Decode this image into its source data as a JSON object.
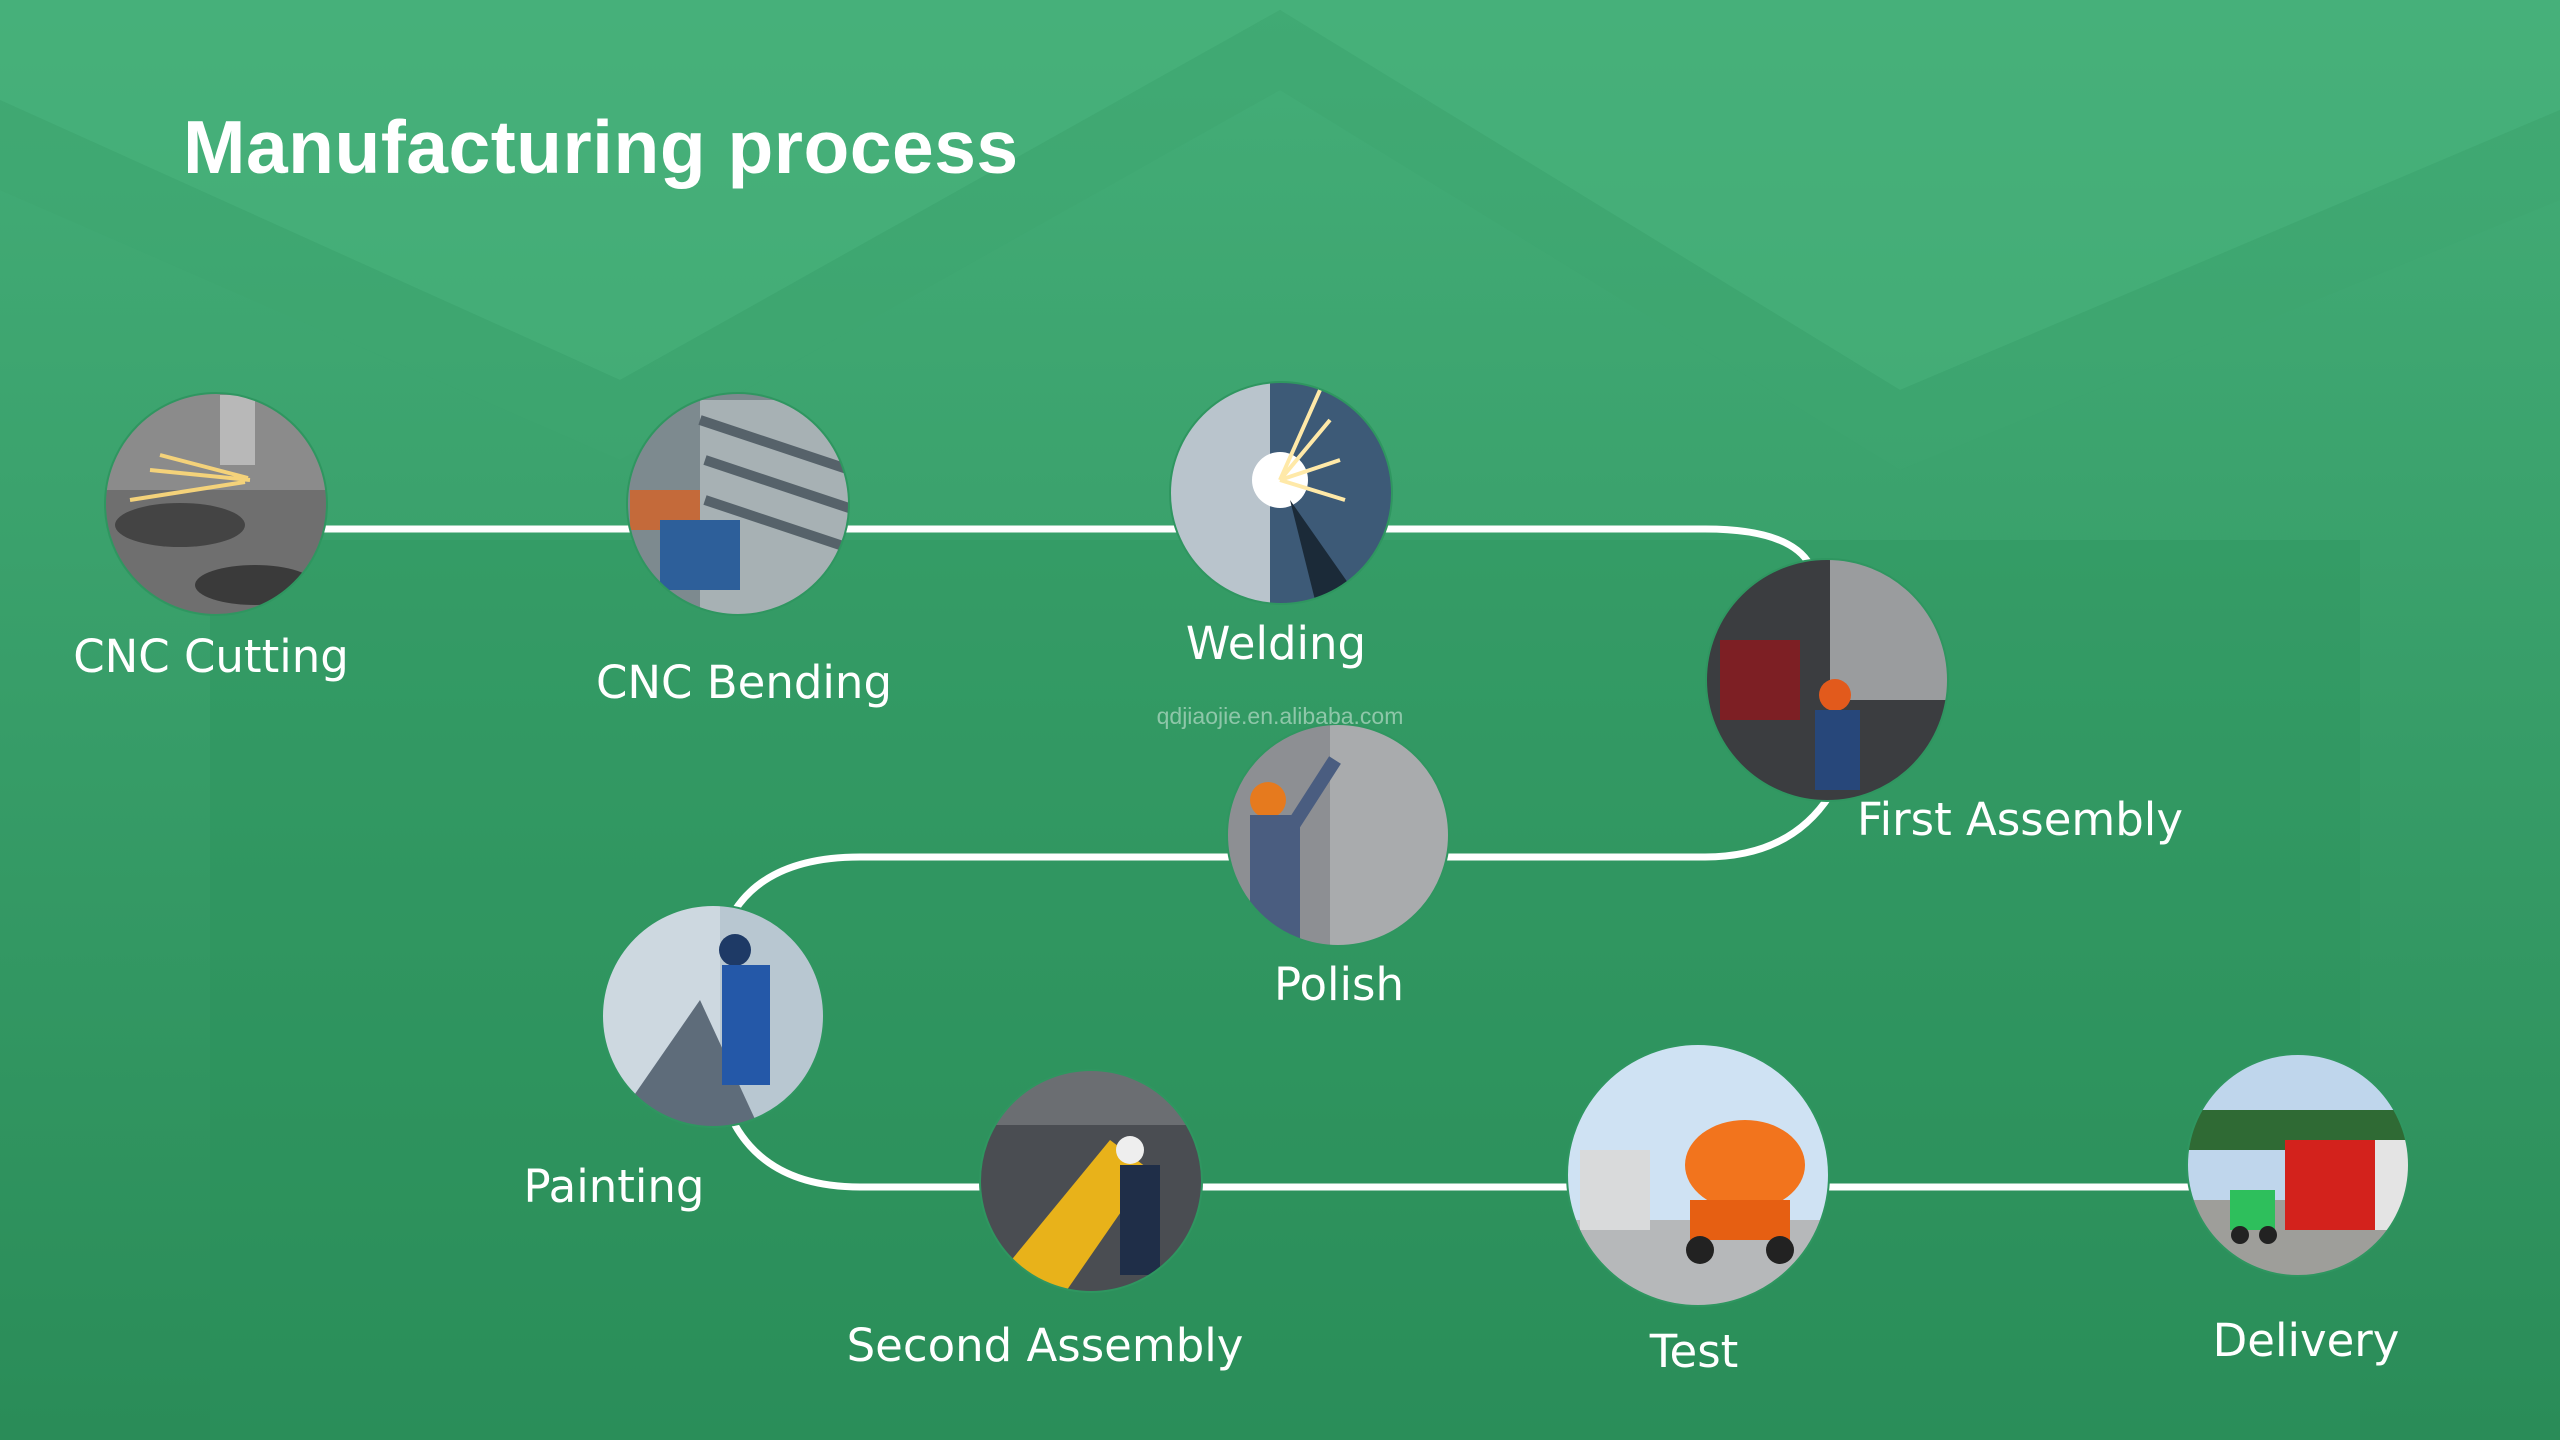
{
  "title": "Manufacturing process",
  "watermark": "qdjiaojie.en.alibaba.com",
  "colors": {
    "background": "#2f9660",
    "connector": "#ffffff",
    "text": "#ffffff"
  },
  "steps": [
    {
      "label": "CNC Cutting",
      "photo": "laser-cutting-sparks-photo"
    },
    {
      "label": "CNC Bending",
      "photo": "press-brake-bending-photo"
    },
    {
      "label": "Welding",
      "photo": "welding-sparks-photo"
    },
    {
      "label": "First Assembly",
      "photo": "assembly-workshop-photo"
    },
    {
      "label": "Polish",
      "photo": "polishing-worker-photo"
    },
    {
      "label": "Painting",
      "photo": "spray-painting-photo"
    },
    {
      "label": "Second Assembly",
      "photo": "yellow-frame-assembly-photo"
    },
    {
      "label": "Test",
      "photo": "orange-mixer-truck-test-photo"
    },
    {
      "label": "Delivery",
      "photo": "container-loading-forklift-photo"
    }
  ]
}
